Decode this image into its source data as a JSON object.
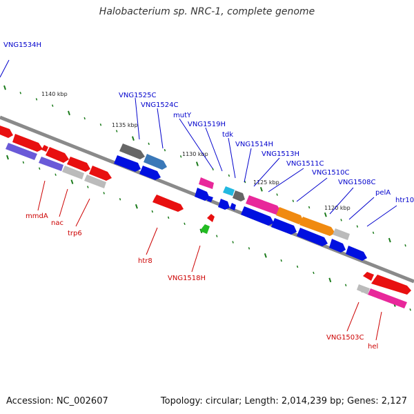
{
  "title": "Halobacterium sp. NRC-1, complete genome",
  "footer": {
    "accession": "Accession: NC_002607",
    "topology": "Topology: circular; Length: 2,014,239 bp; Genes: 2,127"
  },
  "colors": {
    "backbone": "#777777",
    "blue_label": "#0000cc",
    "red_label": "#cc0000",
    "tick": "#1a7a1a"
  },
  "scale_labels": [
    "1140 kbp",
    "1135 kbp",
    "1130 kbp",
    "1125 kbp",
    "1120 kbp"
  ],
  "gene_labels_top": [
    "VNG1534H",
    "VNG1525C",
    "VNG1524C",
    "mutY",
    "VNG1519H",
    "tdk",
    "VNG1514H",
    "VNG1513H",
    "VNG1511C",
    "VNG1510C",
    "VNG1508C",
    "pelA",
    "htr10"
  ],
  "gene_labels_bottom": [
    "mmdA",
    "nac",
    "trp6",
    "htr8",
    "VNG1518H",
    "VNG1503C",
    "hel"
  ]
}
